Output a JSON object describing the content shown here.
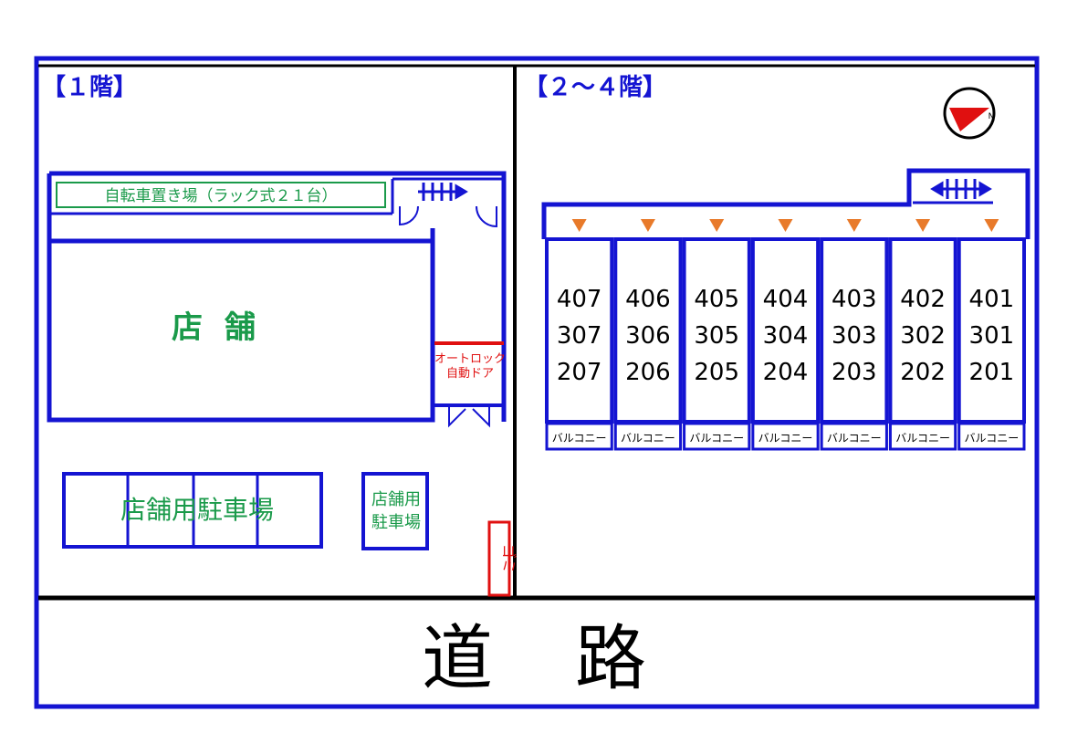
{
  "floor1": {
    "heading": "【１階】",
    "bicycle_parking": "自転車置き場（ラック式２１台）",
    "shop": "店舗",
    "autolock_line1": "オートロック",
    "autolock_line2": "自動ドア",
    "shop_parking": "店舗用駐車場",
    "shop_parking_small_line1": "店舗用",
    "shop_parking_small_line2": "駐車場",
    "trash": "ゴミ"
  },
  "floor2to4": {
    "heading": "【２～４階】",
    "units": [
      [
        "407",
        "307",
        "207"
      ],
      [
        "406",
        "306",
        "206"
      ],
      [
        "405",
        "305",
        "205"
      ],
      [
        "404",
        "304",
        "204"
      ],
      [
        "403",
        "303",
        "203"
      ],
      [
        "402",
        "302",
        "202"
      ],
      [
        "401",
        "301",
        "201"
      ]
    ],
    "balcony_label": "バルコニー",
    "north_mark": "N"
  },
  "road": "道　路",
  "colors": {
    "wall": "#1414d2",
    "label_green": "#1a9a4a",
    "door_red": "#e01010",
    "entrance_arrow": "#e87a2a",
    "north_red": "#e01010"
  }
}
